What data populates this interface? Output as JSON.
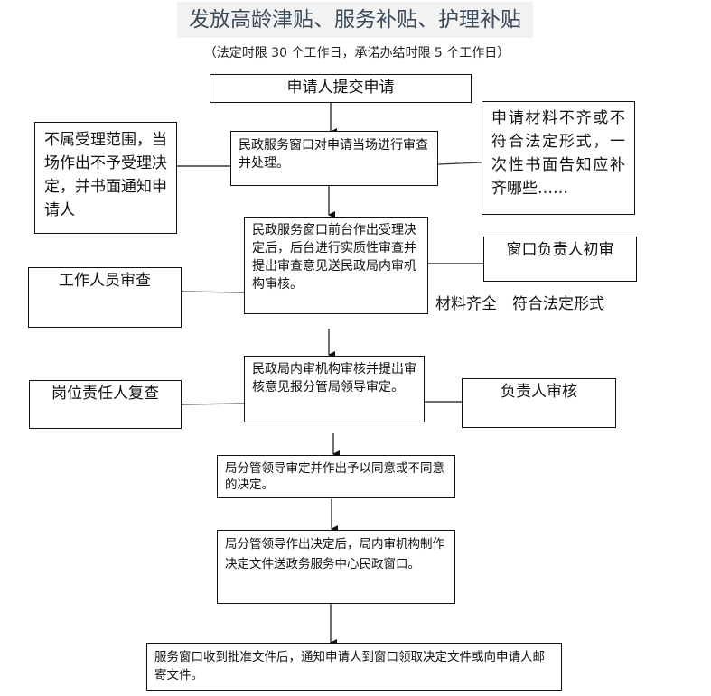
{
  "header": {
    "title": "发放高龄津贴、服务补贴、护理补贴",
    "subtitle": "（法定时限 30 个工作日，承诺办结时限 5 个工作日）"
  },
  "flow": {
    "start": "申请人提交申请",
    "step1": "民政服务窗口对申请当场进行审查并处理。",
    "reject_left": "不属受理范围，当场作出不予受理决定，并书面通知申请人",
    "incomplete_right": "申请材料不齐或不符合法定形式，一次性书面告知应补齐哪些……",
    "step2": "民政服务窗口前台作出受理决定后，后台进行实质性审查并提出审查意见送民政局内审机构审核。",
    "staff_review": "工作人员审查",
    "window_head_review": "窗口负责人初审",
    "condition_label": "材料齐全　符合法定形式",
    "step3": "民政局内审机构审核并提出审核意见报分管局领导审定。",
    "post_recheck": "岗位责任人复查",
    "head_audit": "负责人审核",
    "step4": "局分管领导审定并作出予以同意或不同意的决定。",
    "step5": "局分管领导作出决定后，局内审机构制作决定文件送政务服务中心民政窗口。",
    "step6": "服务窗口收到批准文件后，通知申请人到窗口领取决定文件或向申请人邮寄文件。"
  },
  "colors": {
    "title_bg": "#f2f2f2",
    "title_text": "#3a4a5a",
    "line": "#111111"
  }
}
